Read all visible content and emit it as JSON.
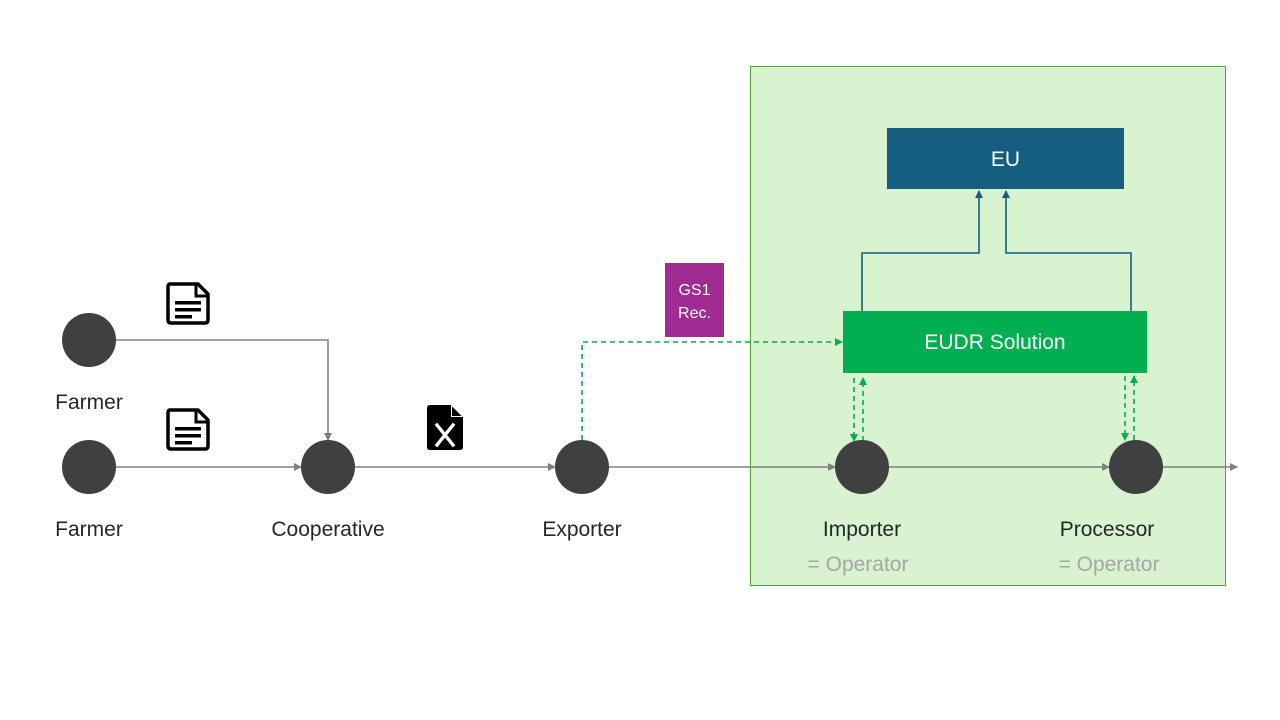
{
  "nodes": {
    "farmer_top": "Farmer",
    "farmer_bottom": "Farmer",
    "cooperative": "Cooperative",
    "exporter": "Exporter",
    "importer": "Importer",
    "importer_role": "= Operator",
    "processor": "Processor",
    "processor_role": "= Operator"
  },
  "boxes": {
    "eu": "EU",
    "eudr_solution": "EUDR Solution",
    "gs1_line1": "GS1",
    "gs1_line2": "Rec."
  },
  "icons": {
    "document_top": "document-icon",
    "document_bottom": "document-icon",
    "excel_file": "excel-file-icon"
  },
  "colors": {
    "eu_zone": "#d9f2d0",
    "eu_zone_border": "#4ea72e",
    "eu_box": "#155e82",
    "eudr_box": "#00b050",
    "gs1_box": "#a02b93",
    "node": "#404040",
    "flow_line": "#808080",
    "dashed_flow": "#00b050",
    "eu_connector": "#155e82"
  }
}
